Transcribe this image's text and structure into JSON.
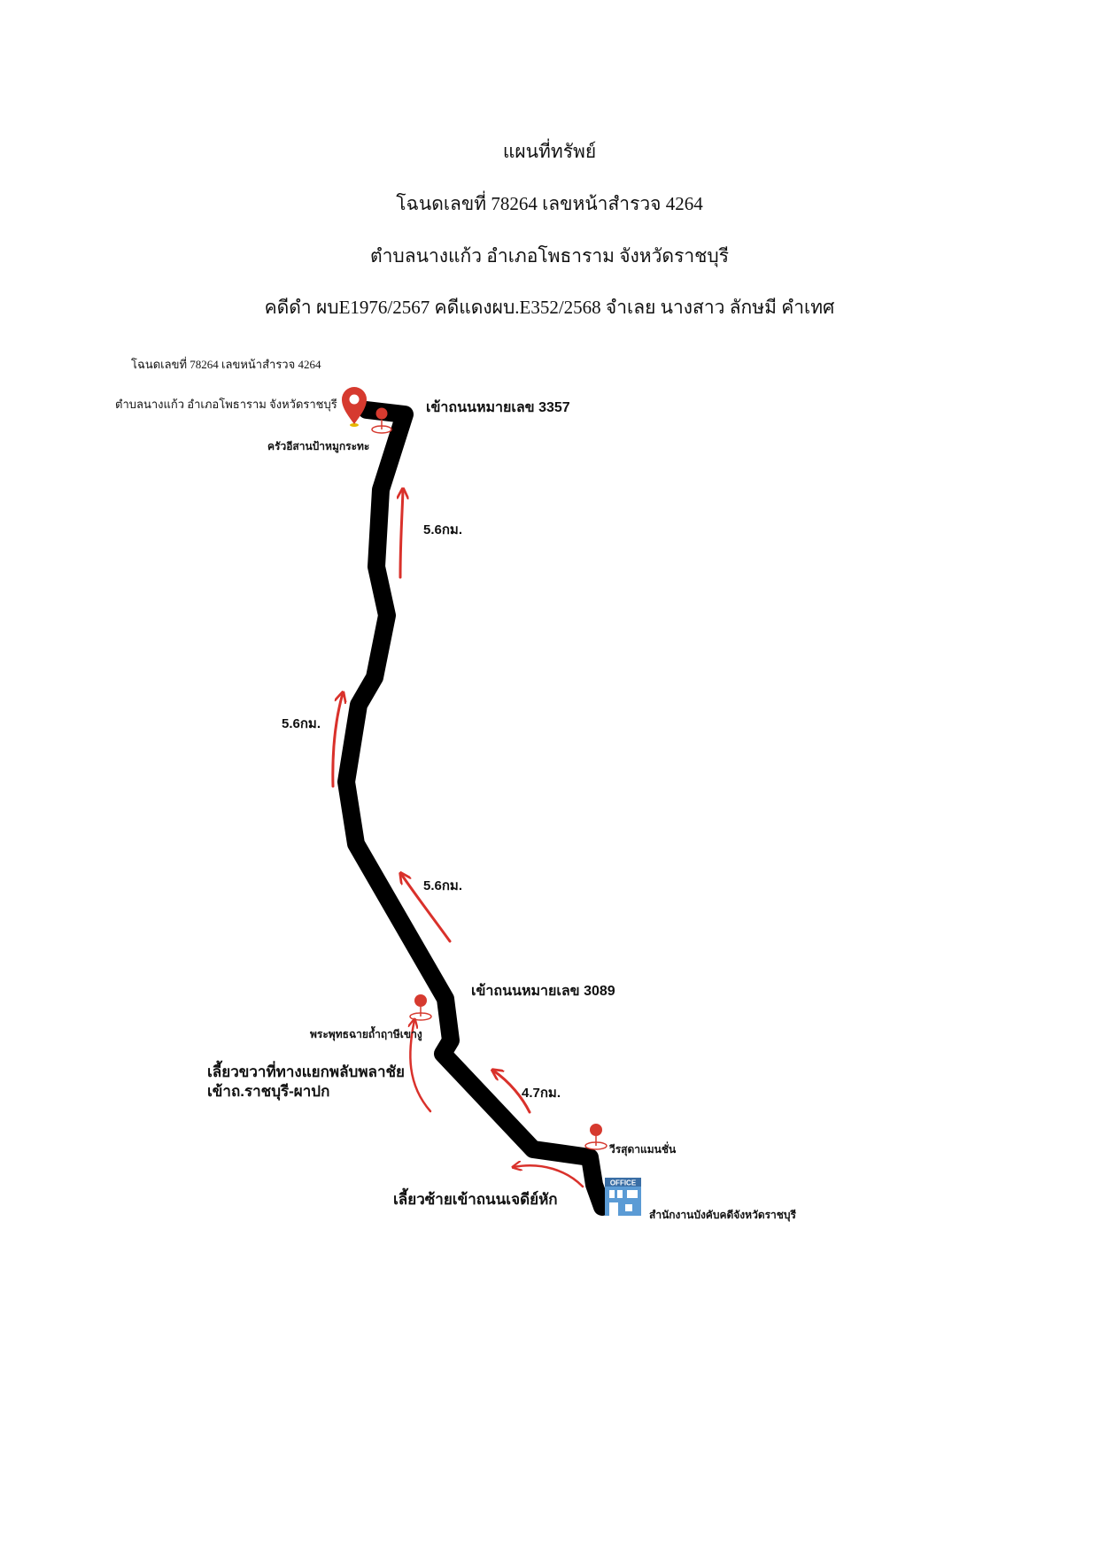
{
  "header": {
    "title": "แผนที่ทรัพย์",
    "deed_line": "โฉนดเลขที่ 78264 เลขหน้าสำรวจ 4264",
    "location_line": "ตำบลนางแก้ว อำเภอโพธาราม จังหวัดราชบุรี",
    "case_line": "คดีดำ ผบE1976/2567 คดีแดงผบ.E352/2568 จำเลย นางสาว ลักษมี คำเทศ"
  },
  "map": {
    "property_deed": "โฉนดเลขที่ 78264 เลขหน้าสำรวจ 4264",
    "property_location": "ตำบลนางแก้ว อำเภอโพธาราม จังหวัดราชบุรี",
    "restaurant": "ครัวอีสานป้าหมูกระทะ",
    "road_3357": "เข้าถนนหมายเลข 3357",
    "road_3089": "เข้าถนนหมายเลข 3089",
    "dist_1": "5.6กม.",
    "dist_2": "5.6กม.",
    "dist_3": "5.6กม.",
    "dist_4": "4.7กม.",
    "temple": "พระพุทธฉายถ้ำฤาษีเขางู",
    "turn_right_1": "เลี้ยวขวาที่ทางแยกพลับพลาชัย",
    "turn_right_2": "เข้าถ.ราชบุรี-ผาปก",
    "shop": "วีรสุดาแมนชั่น",
    "turn_left": "เลี้ยวซ้ายเข้าถนนเจดีย์หัก",
    "office_sign": "OFFICE",
    "office": "สำนักงานบังคับคดีจังหวัดราชบุรี"
  },
  "colors": {
    "route": "#000000",
    "arrow": "#d9312b",
    "pin": "#d63a2f",
    "building": "#5b9bd5"
  },
  "icons": [
    "location-pin-icon",
    "small-pin-icon",
    "office-building-icon",
    "direction-arrow-icon"
  ]
}
